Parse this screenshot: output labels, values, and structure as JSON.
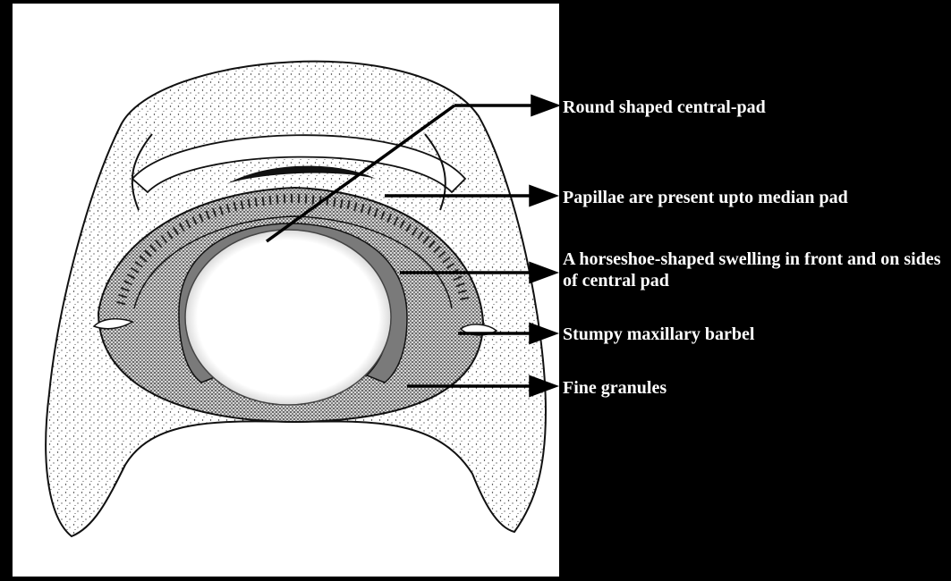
{
  "colors": {
    "background": "#000000",
    "panel": "#ffffff",
    "ink": "#111111",
    "label_text": "#ffffff",
    "arrow": "#000000"
  },
  "labels": [
    {
      "id": "central-pad",
      "text": "Round shaped central-pad"
    },
    {
      "id": "papillae",
      "text": "Papillae are present upto median pad"
    },
    {
      "id": "horseshoe-swelling",
      "text": "A horseshoe-shaped swelling in front and on sides of central pad"
    },
    {
      "id": "maxillary-barbel",
      "text": "Stumpy maxillary barbel"
    },
    {
      "id": "fine-granules",
      "text": "Fine granules"
    }
  ]
}
